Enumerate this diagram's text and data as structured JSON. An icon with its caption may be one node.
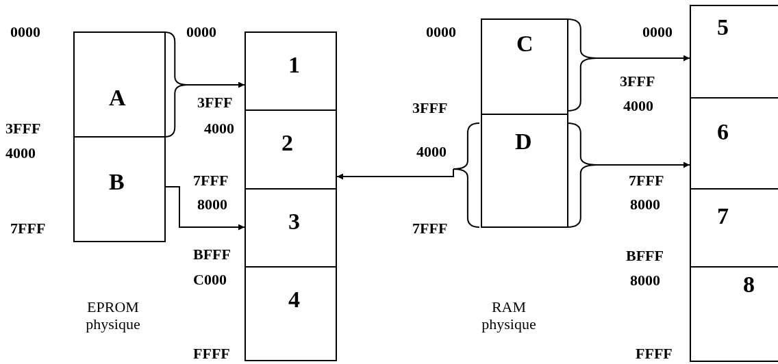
{
  "diagram": {
    "nodes": [
      {
        "text": [
          "A"
        ]
      },
      {
        "text": [
          "B"
        ]
      },
      {
        "text": [
          "1"
        ]
      },
      {
        "text": [
          "2"
        ]
      },
      {
        "text": [
          "3"
        ]
      },
      {
        "text": [
          "4"
        ]
      },
      {
        "text": [
          "C"
        ]
      },
      {
        "text": [
          "D"
        ]
      },
      {
        "text": [
          "5"
        ]
      },
      {
        "text": [
          "6"
        ]
      },
      {
        "text": [
          "7"
        ]
      },
      {
        "text": [
          "8"
        ]
      }
    ],
    "edges": [
      {
        "from": 0,
        "to": 2,
        "arrow": "to"
      },
      {
        "from": 1,
        "to": 4,
        "arrow": "to"
      },
      {
        "from": 7,
        "to": 3,
        "arrow": "to"
      },
      {
        "from": 6,
        "to": 8,
        "arrow": "to"
      },
      {
        "from": 7,
        "to": 9,
        "arrow": "to"
      }
    ],
    "labels": [
      "0000",
      "3FFF",
      "4000",
      "7FFF",
      "0000",
      "3FFF",
      "4000",
      "7FFF",
      "8000",
      "BFFF",
      "C000",
      "FFFF",
      "0000",
      "3FFF",
      "4000",
      "7FFF",
      "0000",
      "3FFF",
      "4000",
      "7FFF",
      "8000",
      "BFFF",
      "8000",
      "FFFF",
      "EPROM physique",
      "RAM physique"
    ]
  }
}
